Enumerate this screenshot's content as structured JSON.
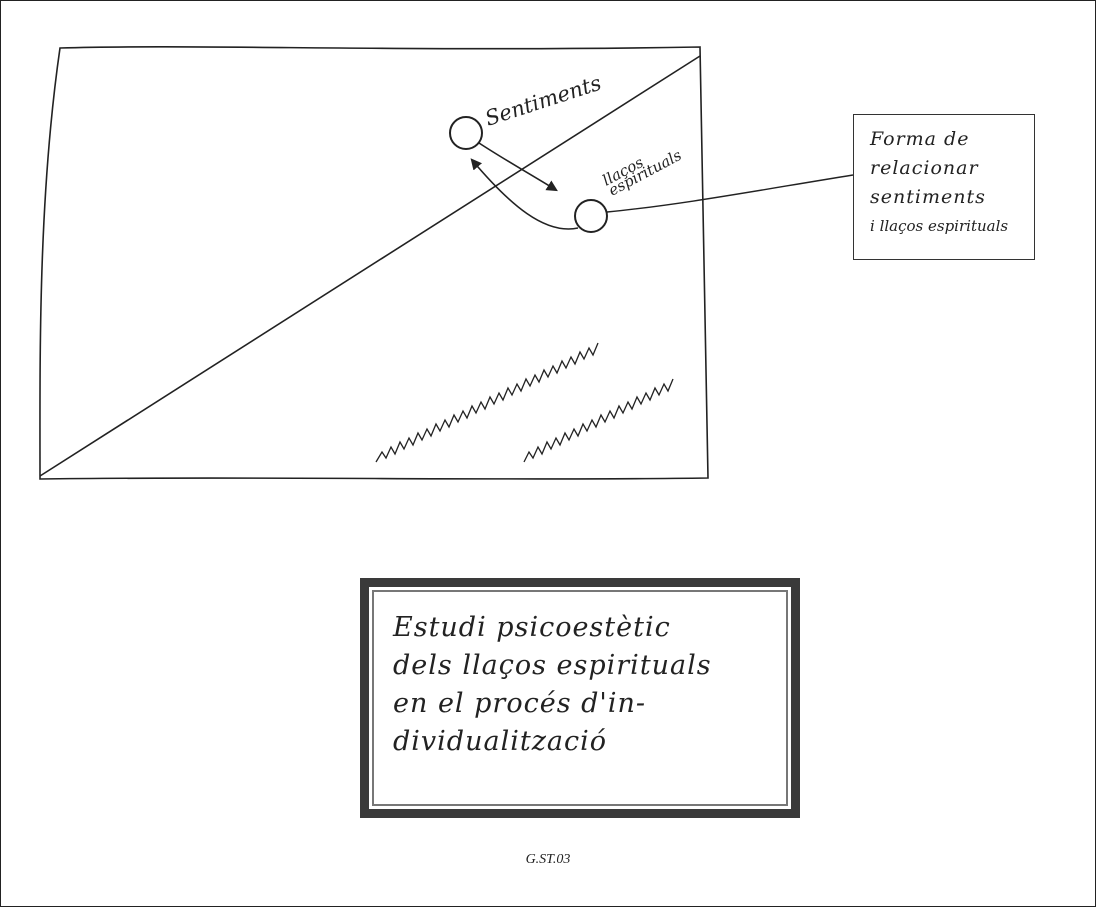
{
  "sketch": {
    "labels": {
      "sentiments": "Sentiments",
      "llacos_line1": "llaços",
      "llacos_line2": "espirituals"
    }
  },
  "note": {
    "lines": [
      "Forma de",
      "relacionar",
      "sentiments",
      "i llaços espirituals"
    ]
  },
  "caption": {
    "lines": [
      "Estudi psicoestètic",
      "dels llaços espirituals",
      "en el procés d'in-",
      "dividualització"
    ]
  },
  "figure_code": "G.ST.03"
}
